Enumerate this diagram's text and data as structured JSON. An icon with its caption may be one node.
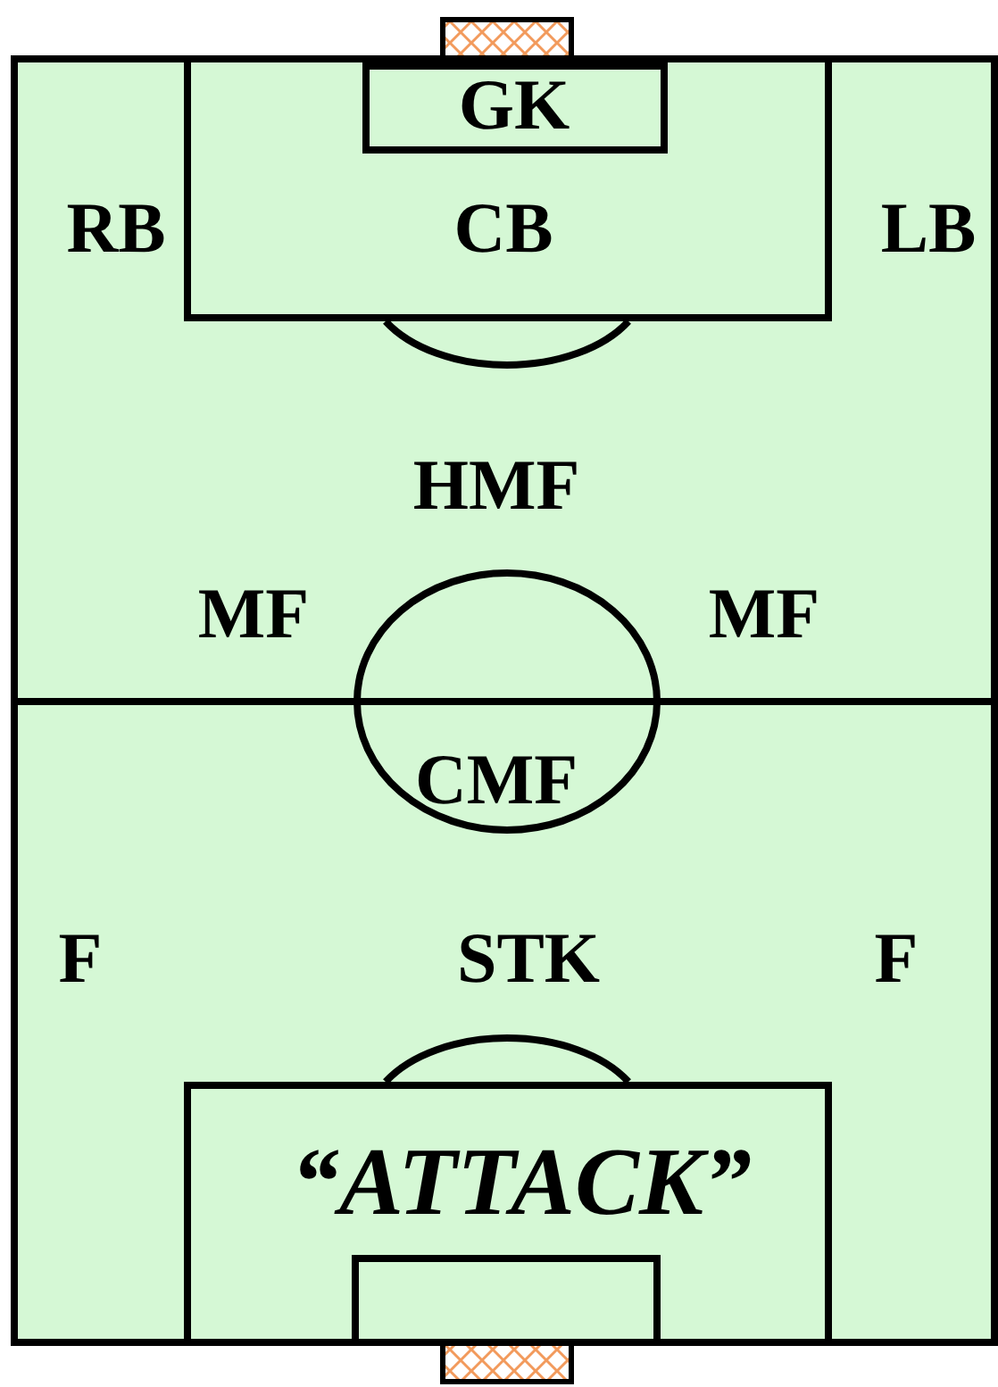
{
  "diagram": {
    "nodes": [
      {
        "text": [
          "CB"
        ]
      },
      {
        "text": [
          "GK"
        ],
        "in": 0
      },
      {
        "text": [
          "“ATTACK”"
        ]
      }
    ],
    "labels": [
      "RB",
      "LB",
      "HMF",
      "MF",
      "MF",
      "CMF",
      "F",
      "STK",
      "F"
    ]
  }
}
